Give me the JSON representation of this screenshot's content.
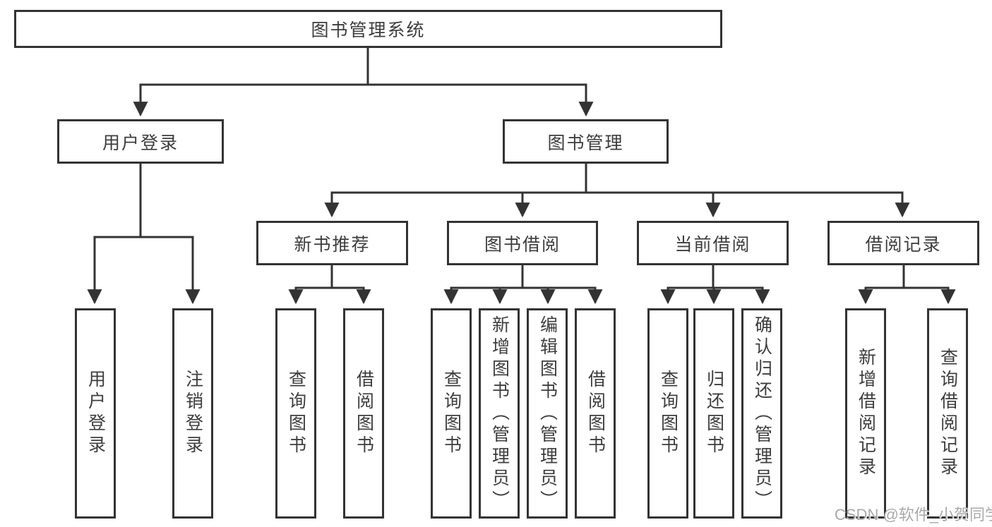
{
  "diagram": {
    "type": "org-chart",
    "colors": {
      "line": "#333333",
      "text": "#3d3d3d",
      "box_bg": "#ffffff",
      "watermark": "#a9a9a9"
    },
    "root": {
      "label": "图书管理系统"
    },
    "level2": [
      {
        "label": "用户登录",
        "parent": "图书管理系统"
      },
      {
        "label": "图书管理",
        "parent": "图书管理系统"
      }
    ],
    "level3": [
      {
        "label": "新书推荐",
        "parent": "图书管理"
      },
      {
        "label": "图书借阅",
        "parent": "图书管理"
      },
      {
        "label": "当前借阅",
        "parent": "图书管理"
      },
      {
        "label": "借阅记录",
        "parent": "图书管理"
      }
    ],
    "leaves": [
      {
        "label": "用户登录",
        "parent": "用户登录"
      },
      {
        "label": "注销登录",
        "parent": "用户登录"
      },
      {
        "label": "查询图书",
        "parent": "新书推荐"
      },
      {
        "label": "借阅图书",
        "parent": "新书推荐"
      },
      {
        "label": "查询图书",
        "parent": "图书借阅"
      },
      {
        "label": "新增图书（管理员）",
        "parent": "图书借阅"
      },
      {
        "label": "编辑图书（管理员）",
        "parent": "图书借阅"
      },
      {
        "label": "借阅图书",
        "parent": "图书借阅"
      },
      {
        "label": "查询图书",
        "parent": "当前借阅"
      },
      {
        "label": "归还图书",
        "parent": "当前借阅"
      },
      {
        "label": "确认归还（管理员）",
        "parent": "当前借阅"
      },
      {
        "label": "新增借阅记录",
        "parent": "借阅记录"
      },
      {
        "label": "查询借阅记录",
        "parent": "借阅记录"
      }
    ],
    "watermark": "CSDN @软件_小贺同学"
  }
}
